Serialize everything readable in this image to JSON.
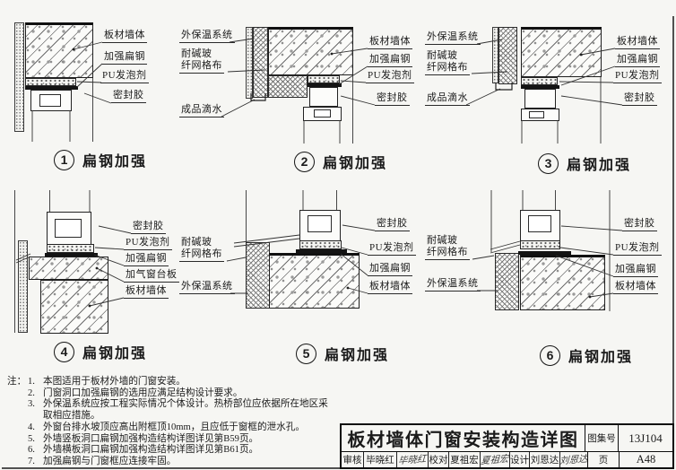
{
  "details": [
    {
      "num": "1",
      "caption": "扁钢加强",
      "left_labels": [],
      "right_labels": [
        "板材墙体",
        "加强扁钢",
        "PU发泡剂",
        "密封胶"
      ]
    },
    {
      "num": "2",
      "caption": "扁钢加强",
      "left_labels": [
        "外保温系统",
        "耐碱玻\n纤网格布",
        "成品滴水"
      ],
      "right_labels": [
        "板材墙体",
        "加强扁钢",
        "PU发泡剂",
        "密封胶"
      ]
    },
    {
      "num": "3",
      "caption": "扁钢加强",
      "left_labels": [
        "外保温系统",
        "耐碱玻\n纤网格布",
        "成品滴水"
      ],
      "right_labels": [
        "板材墙体",
        "加强扁钢",
        "PU发泡剂",
        "密封胶"
      ]
    },
    {
      "num": "4",
      "caption": "扁钢加强",
      "left_labels": [],
      "right_labels": [
        "密封胶",
        "PU发泡剂",
        "加强扁钢",
        "加气窗台板",
        "板材墙体"
      ]
    },
    {
      "num": "5",
      "caption": "扁钢加强",
      "left_labels": [
        "耐碱玻\n纤网格布",
        "外保温系统"
      ],
      "right_labels": [
        "密封胶",
        "PU发泡剂",
        "加强扁钢",
        "板材墙体"
      ]
    },
    {
      "num": "6",
      "caption": "扁钢加强",
      "left_labels": [
        "耐碱玻\n纤网格布",
        "外保温系统"
      ],
      "right_labels": [
        "密封胶",
        "PU发泡剂",
        "加强扁钢",
        "板材墙体"
      ]
    }
  ],
  "notes": {
    "prefix": "注：",
    "items": [
      {
        "no": "1.",
        "text": "本图适用于板材外墙的门窗安装。"
      },
      {
        "no": "2.",
        "text": "门窗洞口加强扁钢的选用应满足结构设计要求。"
      },
      {
        "no": "3.",
        "text": "外保温系统应按工程实际情况个体设计。热桥部位应依据所在地区采取相应措施。"
      },
      {
        "no": "4.",
        "text": "外窗台排水坡顶应高出附框顶10mm，且应低于窗框的泄水孔。"
      },
      {
        "no": "5.",
        "text": "外墙竖板洞口扁钢加强构造结构详图详见第B59页。"
      },
      {
        "no": "6.",
        "text": "外墙横板洞口扁钢加强构造结构详图详见第B61页。"
      },
      {
        "no": "7.",
        "text": "加强扁钢与门窗框应连接牢固。"
      }
    ]
  },
  "title_block": {
    "title": "板材墙体门窗安装构造详图",
    "atlas_label": "图集号",
    "atlas_number": "13J104",
    "page_label": "页",
    "page_number": "A48",
    "audit_label": "审核",
    "audit_name": "毕晓红",
    "audit_signature": "毕晓红",
    "check_label": "校对",
    "check_name": "夏祖宏",
    "check_signature": "夏祖宏",
    "design_label": "设计",
    "design_name": "刘恩达",
    "design_signature": "刘恩达"
  }
}
